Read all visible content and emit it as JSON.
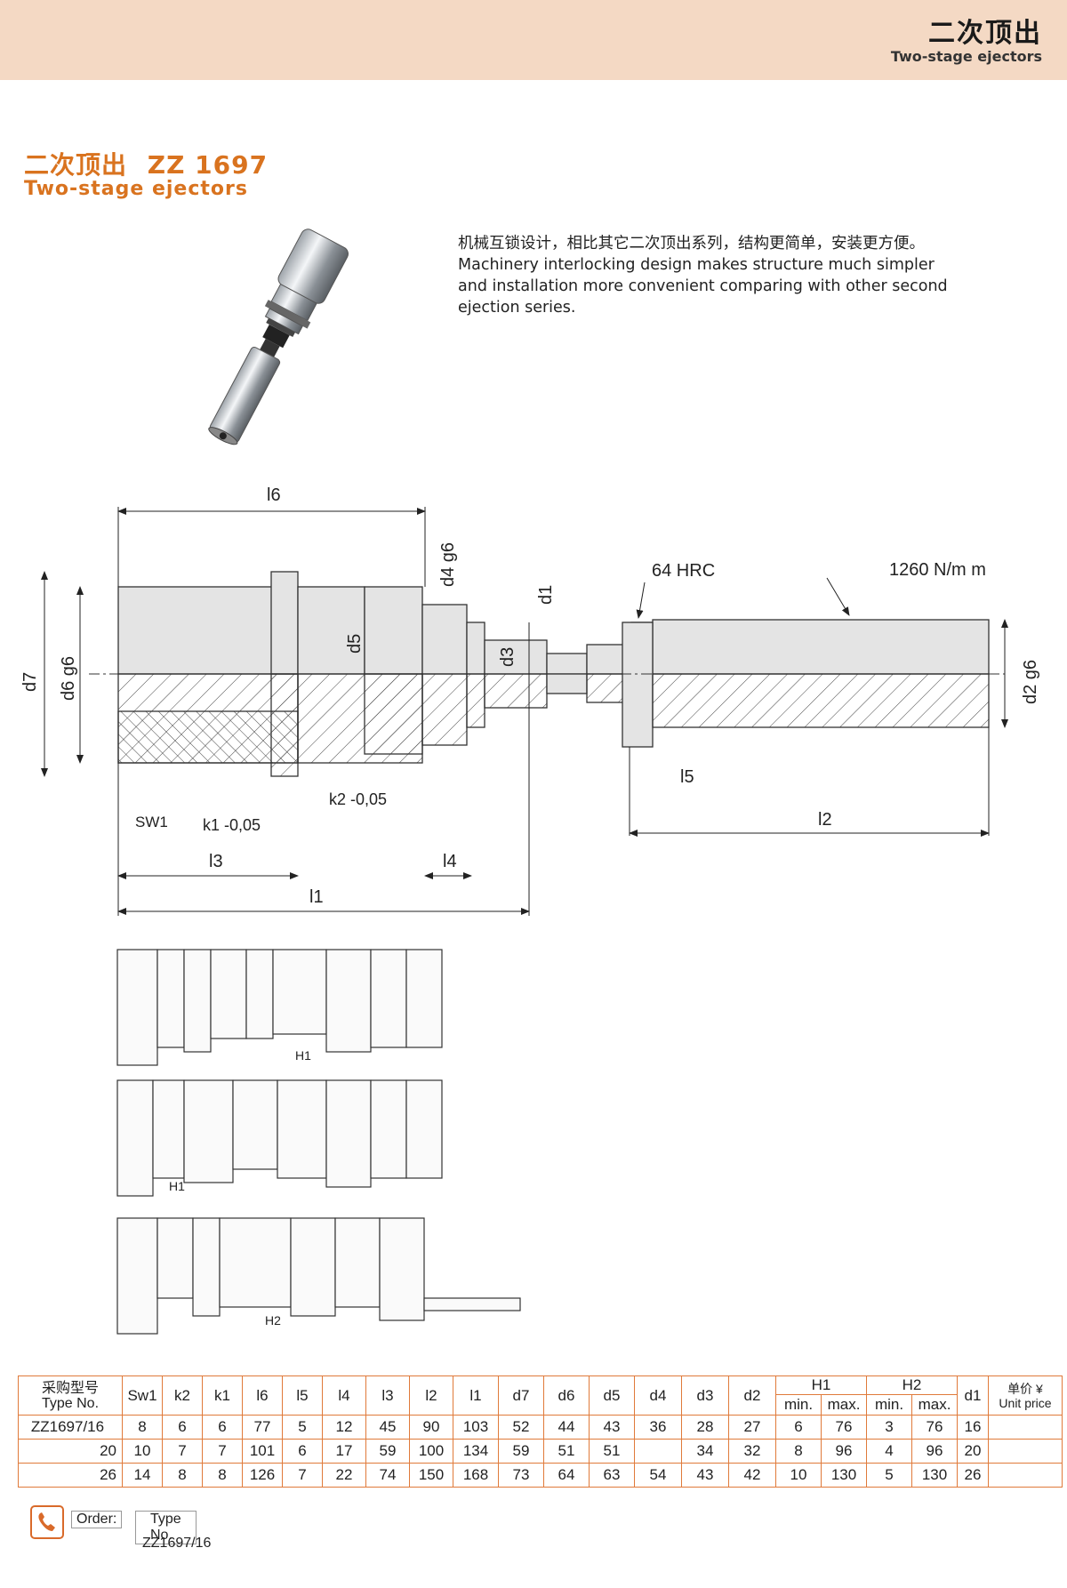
{
  "header": {
    "title_cn": "二次顶出",
    "title_en": "Two-stage ejectors"
  },
  "product": {
    "title_cn": "二次顶出",
    "code": "ZZ 1697",
    "title_en": "Two-stage ejectors"
  },
  "description": {
    "cn": "机械互锁设计，相比其它二次顶出系列，结构更简单，安装更方便。",
    "en_lines": [
      "Machinery interlocking design makes structure much simpler",
      "and installation more convenient comparing with other second",
      "ejection series."
    ]
  },
  "drawing": {
    "labels": {
      "l6": "l6",
      "d4g6": "d4 g6",
      "d1": "d1",
      "hrc": "64  HRC",
      "force": "1260  N/m m",
      "d5": "d5",
      "d3": "d3",
      "d7": "d7",
      "d6g6": "d6 g6",
      "d2g6": "d2 g6",
      "sw1": "SW1",
      "k1": "k1 -0,05",
      "k2": "k2 -0,05",
      "l5": "l5",
      "l2": "l2",
      "l3": "l3",
      "l4": "l4",
      "l1": "l1",
      "H1a": "H1",
      "H1b": "H1",
      "H2": "H2"
    }
  },
  "table": {
    "head": {
      "type_cn": "采购型号",
      "type_en": "Type No.",
      "cols": [
        "Sw1",
        "k2",
        "k1",
        "l6",
        "l5",
        "l4",
        "l3",
        "l2",
        "l1",
        "d7",
        "d6",
        "d5",
        "d4",
        "d3",
        "d2"
      ],
      "H1": "H1",
      "H2": "H2",
      "min": "min.",
      "max": "max.",
      "d1": "d1",
      "price_cn": "单价 ¥",
      "price_en": "Unit price"
    },
    "rows": [
      [
        "ZZ1697/16",
        "8",
        "6",
        "6",
        "77",
        "5",
        "12",
        "45",
        "90",
        "103",
        "52",
        "44",
        "43",
        "36",
        "28",
        "27",
        "6",
        "76",
        "3",
        "76",
        "16",
        ""
      ],
      [
        "20",
        "10",
        "7",
        "7",
        "101",
        "6",
        "17",
        "59",
        "100",
        "134",
        "59",
        "51",
        "51",
        "",
        "34",
        "32",
        "8",
        "96",
        "4",
        "96",
        "20",
        ""
      ],
      [
        "26",
        "14",
        "8",
        "8",
        "126",
        "7",
        "22",
        "74",
        "150",
        "168",
        "73",
        "64",
        "63",
        "54",
        "43",
        "42",
        "10",
        "130",
        "5",
        "130",
        "26",
        ""
      ]
    ]
  },
  "order": {
    "label": "Order:",
    "type_label": "Type No.",
    "example": "ZZ1697/16"
  }
}
